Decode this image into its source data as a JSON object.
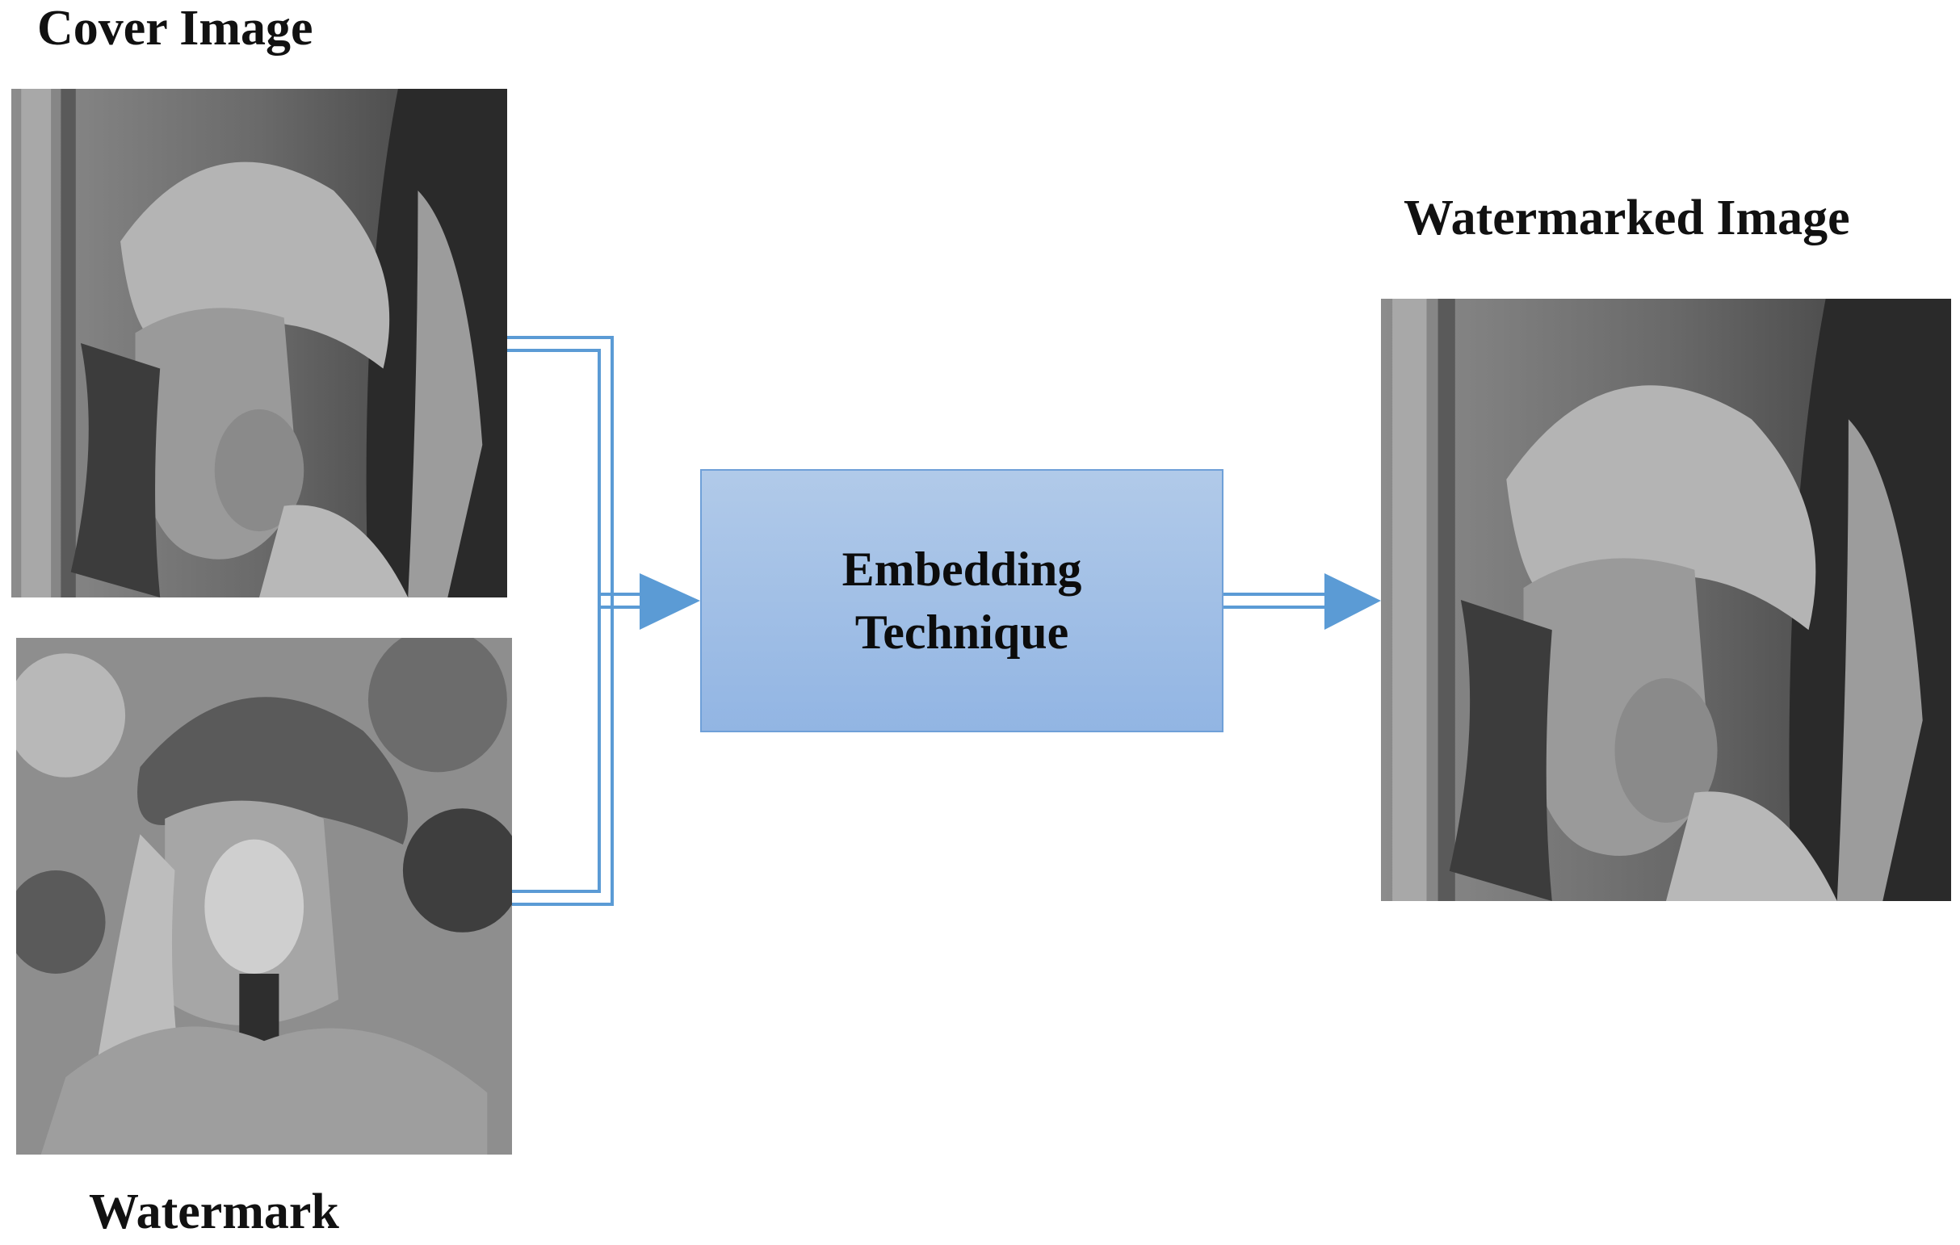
{
  "labels": {
    "cover": "Cover Image",
    "watermark": "Watermark",
    "output": "Watermarked Image"
  },
  "process": {
    "line1": "Embedding",
    "line2": "Technique"
  },
  "colors": {
    "arrow": "#5b9bd5",
    "box_top": "#b1cae9",
    "box_bottom": "#92b5e3",
    "box_border": "#6fa0d8"
  }
}
